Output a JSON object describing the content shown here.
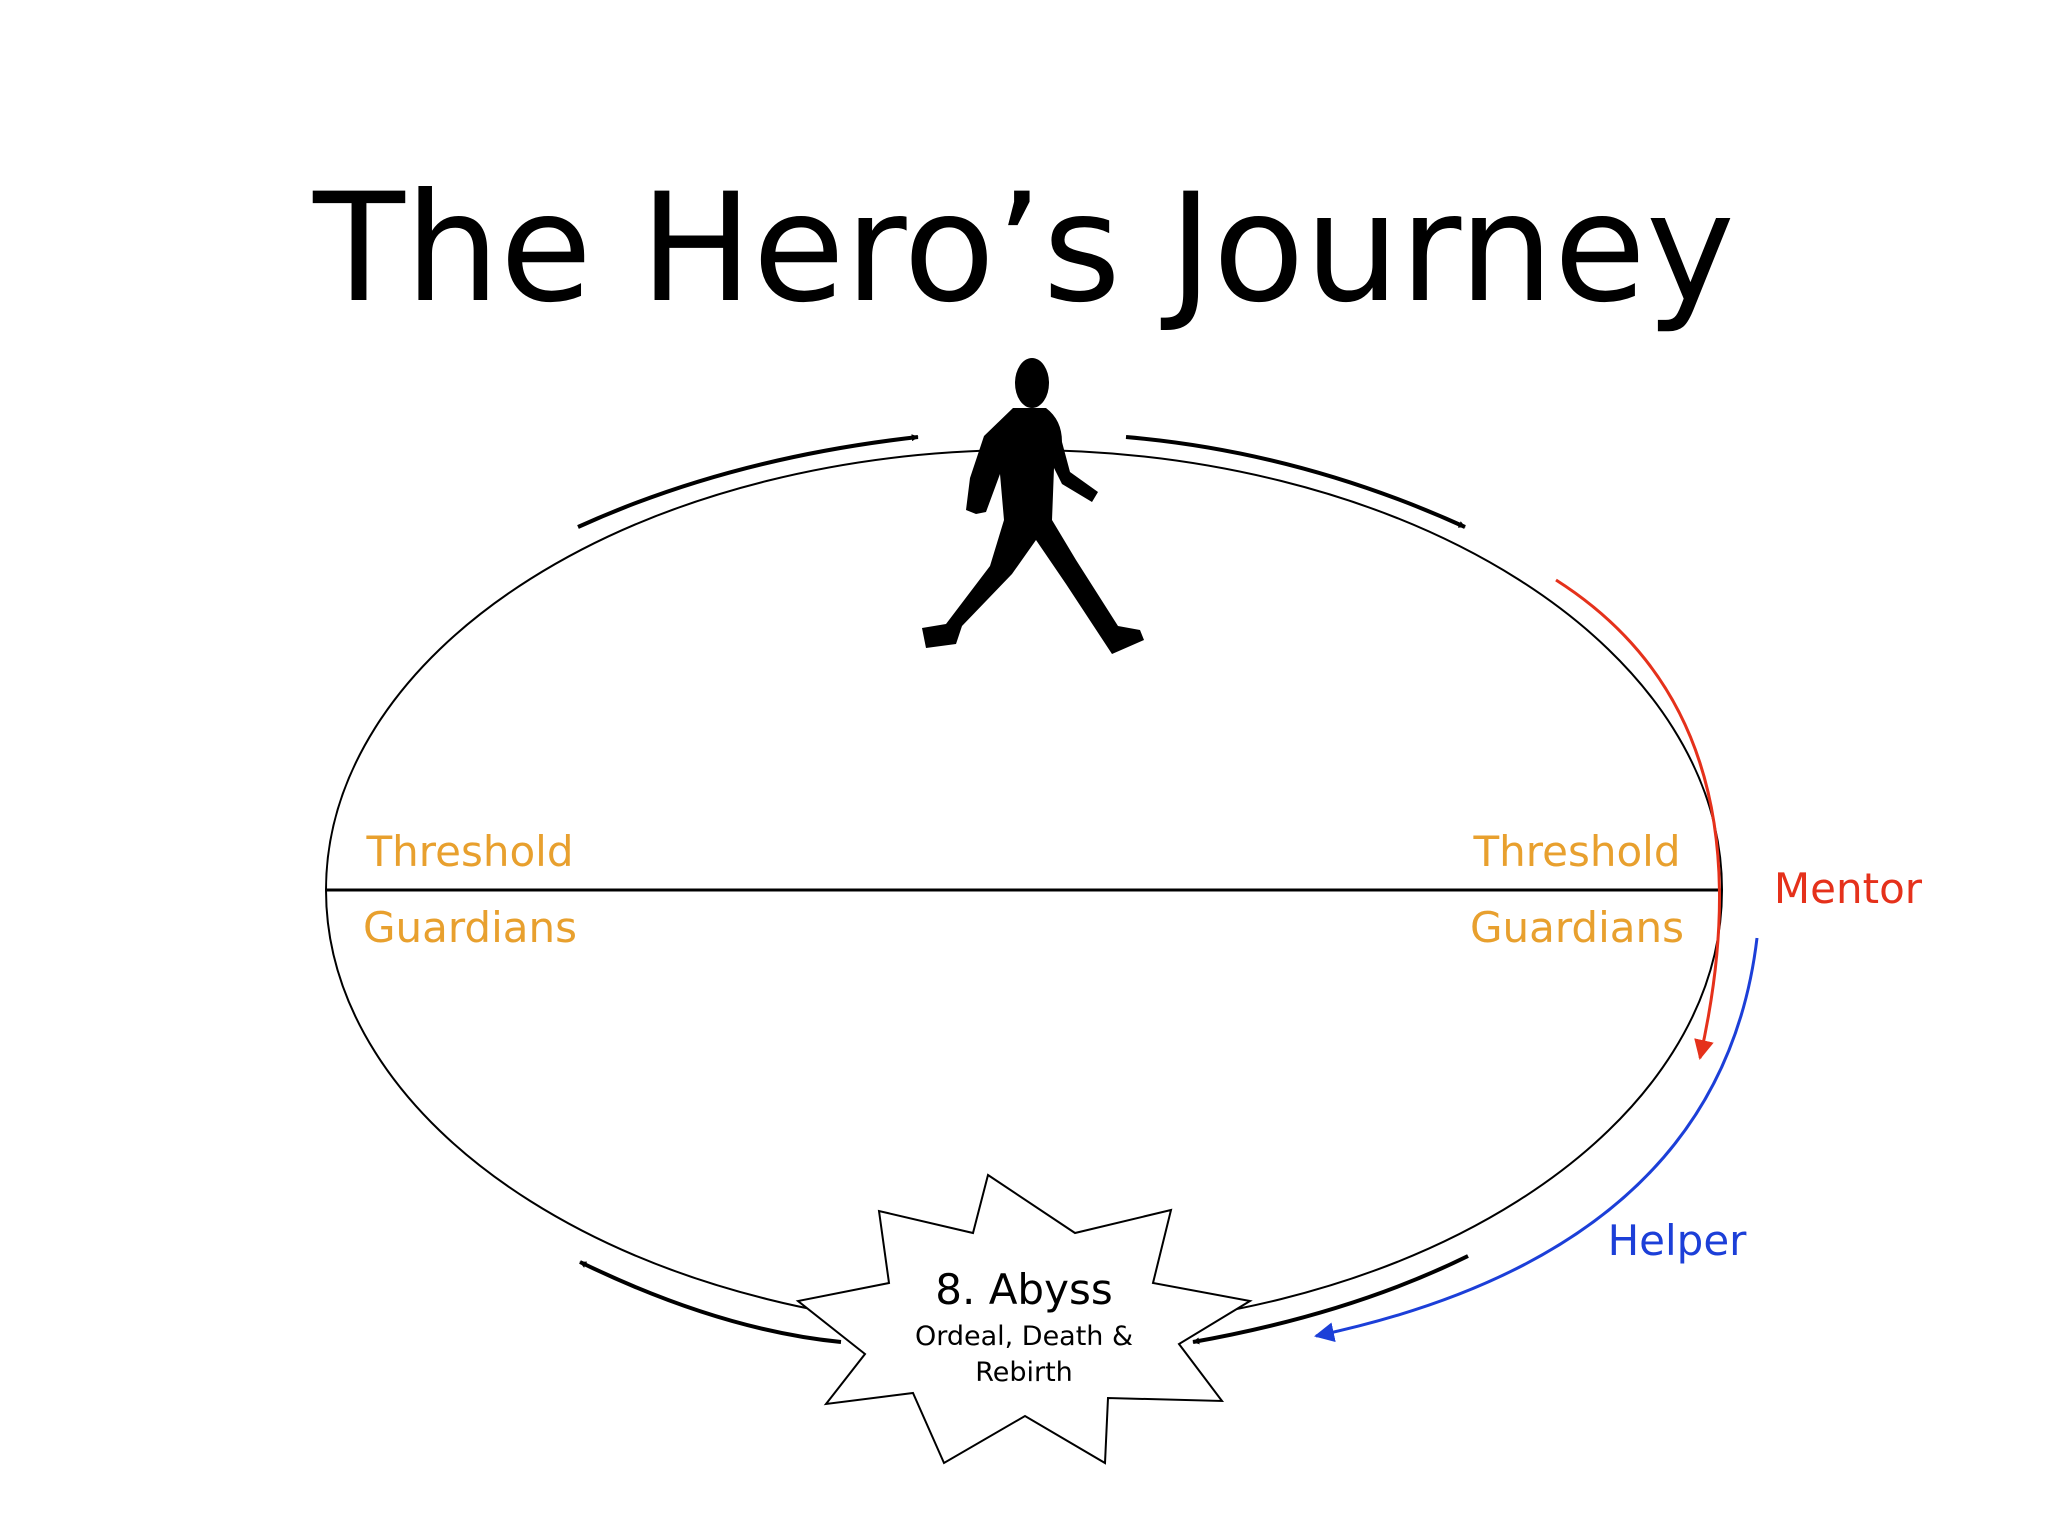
{
  "title": "The Hero’s Journey",
  "thresholds": {
    "left": {
      "line1": "Threshold",
      "line2": "Guardians"
    },
    "right": {
      "line1": "Threshold",
      "line2": "Guardians"
    }
  },
  "mentor": "Mentor",
  "helper": "Helper",
  "abyss": {
    "title": "8. Abyss",
    "sub1": "Ordeal, Death &",
    "sub2": "Rebirth"
  },
  "colors": {
    "threshold": "#E8A02E",
    "mentor": "#E5311B",
    "helper": "#1C3FD8",
    "ink": "#000000"
  },
  "icons": {
    "hero": "walking-person-icon",
    "abyss": "starburst-shape"
  }
}
